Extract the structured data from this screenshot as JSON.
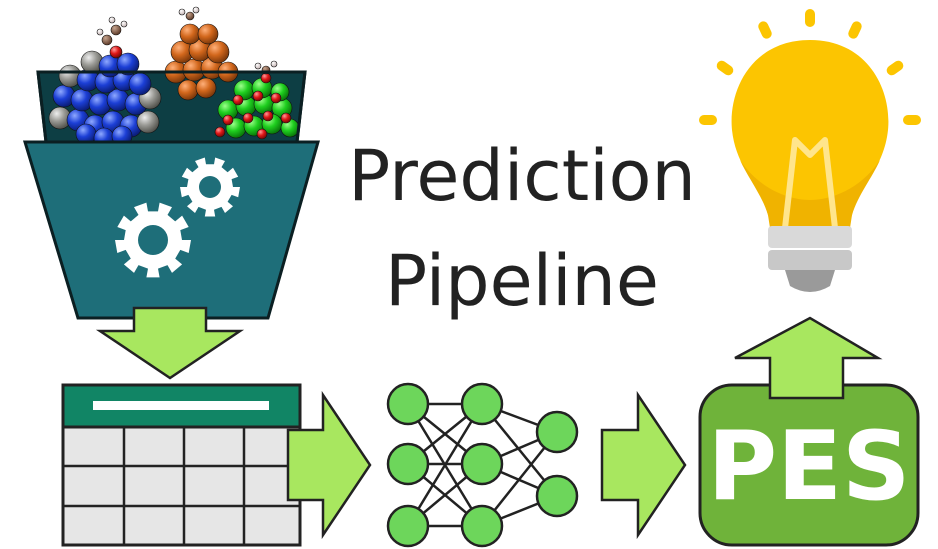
{
  "title": {
    "line1": "Prediction",
    "line2": "Pipeline"
  },
  "result_box": {
    "label": "PES"
  },
  "icons": {
    "hopper": "funnel-hopper-icon",
    "gears": "gear-icon",
    "molecules": "molecule-cluster-icon",
    "table": "data-table-icon",
    "network": "neural-network-icon",
    "bulb": "lightbulb-icon",
    "arrows": "arrow-icon"
  },
  "colors": {
    "hopper_fill": "#1e6e79",
    "arrow_fill": "#a8e75f",
    "table_header": "#118565",
    "table_cell": "#e6e6e6",
    "node_fill": "#6dd65b",
    "pes_fill": "#6fb33a",
    "bulb_yellow": "#fcc501",
    "bulb_light": "#ffe58c"
  },
  "network": {
    "layers": [
      3,
      3,
      2
    ]
  }
}
